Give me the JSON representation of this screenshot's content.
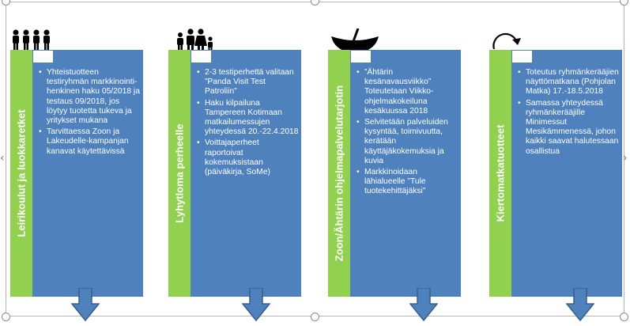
{
  "columns": [
    {
      "title": "Leirikoulut ja luokkaretket",
      "icon": "family-group-icon",
      "bullets": [
        "Yhteistuotteen testiryhmän markkinointi-henkinen haku 05/2018 ja testaus 09/2018, jos löytyy tuotetta tukeva ja yritykset mukana",
        "Tarvittaessa Zoon ja Lakeudelle-kampanjan kanavat käytettävissä"
      ]
    },
    {
      "title": "Lyhytloma perheelle",
      "icon": "family-icon",
      "bullets": [
        "2-3 testiperhettä valitaan ”Panda Visit Test Patroliin”",
        "Haku kilpailuna Tampereen Kotimaan matkailumessujen yhteydessä 20.-22.4.2018",
        "Voittajaperheet raportoivat kokemuksistaan (päiväkirja, SoMe)"
      ]
    },
    {
      "title": "Zoon/Ähtärin ohjelmapalvelutarjotin",
      "icon": "canoe-icon",
      "bullets": [
        "”Ähtärin kesänavausviikko” Toteutetaan Viikko-ohjelmakokeiluna kesäkuussa 2018",
        "Selvitetään palveluiden kysyntää, toimivuutta, kerätään käyttäjäkokemuksia ja kuvia",
        "Markkinoidaan lähialueelle ”Tule tuotekehittäjäksi”"
      ]
    },
    {
      "title": "Kiertomatkatuotteet",
      "icon": "circular-arrow-icon",
      "bullets": [
        "Toteutus ryhmänkerääjien näyttömatkana (Pohjolan Matka) 17.-18.5.2018",
        "Samassa yhteydessä ryhmänkerääjille Minimessut Mesikämmenessä, johon kaikki saavat halutessaan osallistua"
      ]
    }
  ],
  "colors": {
    "green": "#92d050",
    "blue": "#4f81bd"
  }
}
